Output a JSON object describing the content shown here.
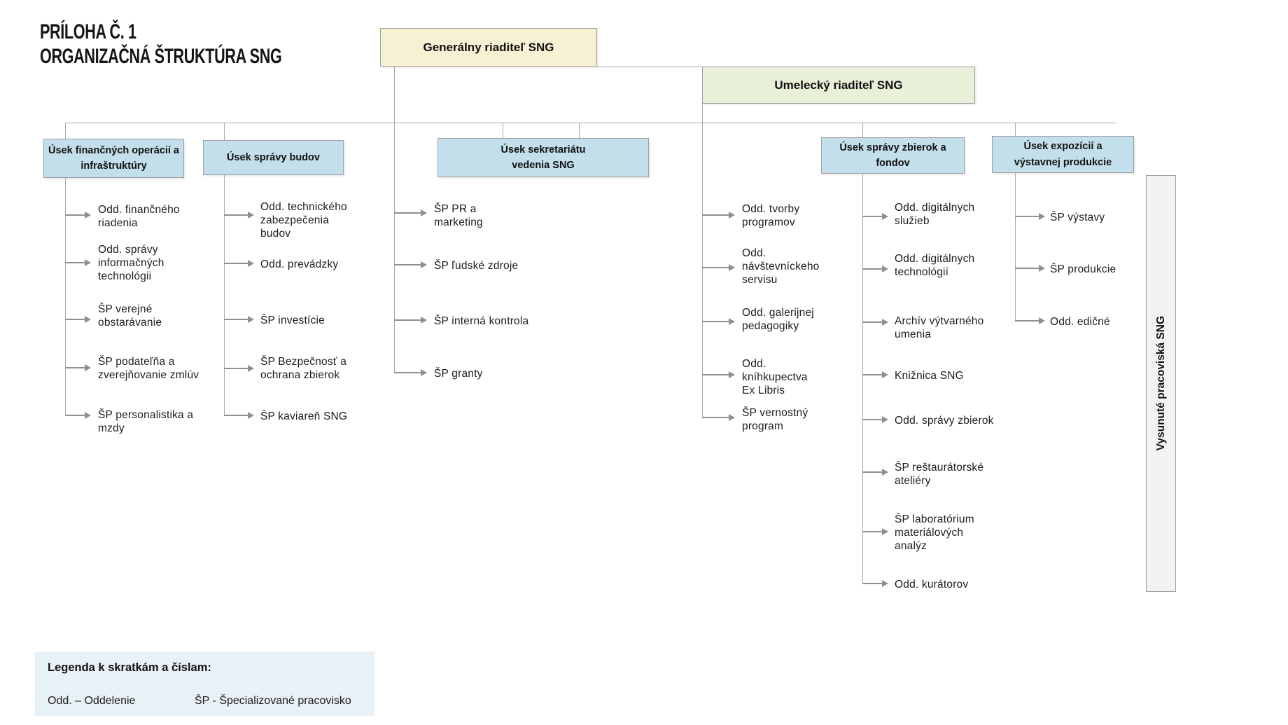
{
  "title": {
    "line1": "PRÍLOHA Č. 1",
    "line2": "ORGANIZAČNÁ ŠTRUKTÚRA SNG"
  },
  "directors": {
    "general": "Generálny riaditeľ SNG",
    "artistic": "Umelecký riaditeľ SNG"
  },
  "departments": [
    {
      "name": "finance",
      "title": "Úsek finančných operácií a infraštruktúry",
      "items": [
        "Odd. finančného riadenia",
        "Odd. správy informačných technológii",
        "ŠP verejné obstarávanie",
        "ŠP podateľňa a zverejňovanie zmlúv",
        "ŠP personalistika a mzdy"
      ]
    },
    {
      "name": "buildings",
      "title": "Úsek správy budov",
      "items": [
        "Odd. technického zabezpečenia budov",
        "Odd. prevádzky",
        "ŠP investície",
        "ŠP Bezpečnosť a ochrana zbierok",
        "ŠP kaviareň SNG"
      ]
    },
    {
      "name": "secretariat",
      "title": "Úsek sekretariátu vedenia SNG",
      "items": [
        "ŠP PR a marketing",
        "ŠP ľudské zdroje",
        "ŠP interná kontrola",
        "ŠP granty"
      ]
    },
    {
      "name": "artistic-direct",
      "title": "",
      "items": [
        "Odd. tvorby programov",
        "Odd. návštevníckeho servisu",
        "Odd. galerijnej pedagogiky",
        "Odd. kníhkupectva Ex Libris",
        "ŠP vernostný program"
      ]
    },
    {
      "name": "collections",
      "title": "Úsek správy zbierok a fondov",
      "items": [
        "Odd. digitálnych služieb",
        "Odd. digitálnych technológií",
        "Archív výtvarného umenia",
        "Knižnica SNG",
        "Odd. správy zbierok",
        "ŠP reštaurátorské ateliéry",
        "ŠP laboratórium materiálových analýz",
        "Odd. kurátorov"
      ]
    },
    {
      "name": "exhibitions",
      "title": "Úsek expozícií a výstavnej produkcie",
      "items": [
        "ŠP výstavy",
        "ŠP produkcie",
        "Odd. edičné"
      ]
    }
  ],
  "side_box": {
    "label": "Vysunuté pracoviská SNG"
  },
  "legend": {
    "title": "Legenda k skratkám a číslam:",
    "items": [
      "Odd. – Oddelenie",
      "ŠP - Špecializované pracovisko"
    ]
  },
  "colors": {
    "general_box": "#f6f1d3",
    "artistic_box": "#e9f0d9",
    "department_box": "#c3dfeb",
    "side_box": "#f2f2f2",
    "legend_box": "#e8f1f6",
    "line": "#a8a8a8",
    "arrow": "#8f8f8f",
    "border": "#9e9e9e"
  }
}
